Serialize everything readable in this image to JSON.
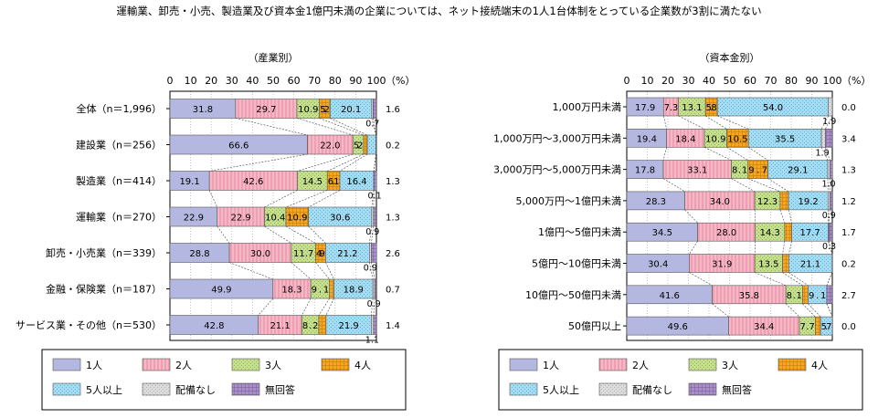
{
  "title": "運輸業、卸売・小売、製造業及び資本金1億円未満の企業については、ネット接続端末の1人1台体制をとっている企業数が3割に満たない",
  "colors": {
    "1人": "#b4b8e0",
    "2人": "#f6b8c6",
    "3人": "#c6df8e",
    "4人": "#f5a623",
    "5人以上": "#a6dcf2",
    "配備なし": "#dcdcdc",
    "無回答": "#a890c6"
  },
  "chart_data": [
    {
      "type": "bar",
      "stacked": true,
      "orientation": "horizontal",
      "subtitle": "（産業別）",
      "xlim": [
        0,
        100
      ],
      "x_ticks": [
        "0",
        "10",
        "20",
        "30",
        "40",
        "50",
        "60",
        "70",
        "80",
        "90",
        "100"
      ],
      "x_unit": "（%）",
      "categories": [
        "全体（n＝1,996）",
        "建設業（n＝256）",
        "製造業（n＝414）",
        "運輸業（n＝270）",
        "卸売・小売業（n＝339）",
        "金融・保険業（n＝187）",
        "サービス業・その他（n＝530）"
      ],
      "series": [
        {
          "name": "1人",
          "values": [
            31.8,
            66.6,
            19.1,
            22.9,
            28.8,
            49.9,
            42.8
          ]
        },
        {
          "name": "2人",
          "values": [
            29.7,
            22.0,
            42.6,
            22.9,
            30.0,
            18.3,
            21.1
          ]
        },
        {
          "name": "3人",
          "values": [
            10.9,
            5.2,
            14.5,
            10.4,
            11.7,
            9.1,
            8.2
          ]
        },
        {
          "name": "4人",
          "values": [
            5.2,
            1.8,
            6.1,
            10.9,
            4.9,
            2.1,
            3.5
          ]
        },
        {
          "name": "5人以上",
          "values": [
            20.1,
            4.2,
            16.4,
            30.6,
            21.2,
            18.9,
            21.9
          ]
        },
        {
          "name": "配備なし",
          "values": [
            0.7,
            0.0,
            0.1,
            0.9,
            0.9,
            0.9,
            1.1
          ]
        },
        {
          "name": "無回答",
          "values": [
            1.6,
            0.2,
            1.3,
            1.3,
            2.6,
            0.7,
            1.4
          ]
        }
      ],
      "legend": [
        "1人",
        "2人",
        "3人",
        "4人",
        "5人以上",
        "配備なし",
        "無回答"
      ],
      "legend_position": "bottom"
    },
    {
      "type": "bar",
      "stacked": true,
      "orientation": "horizontal",
      "subtitle": "（資本金別）",
      "xlim": [
        0,
        100
      ],
      "x_ticks": [
        "0",
        "10",
        "20",
        "30",
        "40",
        "50",
        "60",
        "70",
        "80",
        "90",
        "100"
      ],
      "x_unit": "（%）",
      "categories": [
        "1,000万円未満",
        "1,000万円～3,000万円未満",
        "3,000万円～5,000万円未満",
        "5,000万円～1億円未満",
        "1億円～5億円未満",
        "5億円～10億円未満",
        "10億円～50億円未満",
        "50億円以上"
      ],
      "series": [
        {
          "name": "1人",
          "values": [
            17.9,
            19.4,
            17.8,
            28.3,
            34.5,
            30.4,
            41.6,
            49.6
          ]
        },
        {
          "name": "2人",
          "values": [
            7.3,
            18.4,
            33.1,
            34.0,
            28.0,
            31.9,
            35.8,
            34.4
          ]
        },
        {
          "name": "3人",
          "values": [
            13.1,
            10.9,
            8.1,
            12.3,
            14.3,
            13.5,
            8.1,
            7.7
          ]
        },
        {
          "name": "4人",
          "values": [
            5.8,
            10.5,
            9.7,
            4.1,
            3.5,
            3.0,
            2.7,
            2.6
          ]
        },
        {
          "name": "5人以上",
          "values": [
            54.0,
            35.5,
            29.1,
            19.2,
            17.7,
            21.1,
            9.1,
            5.7
          ]
        },
        {
          "name": "配備なし",
          "values": [
            1.9,
            1.9,
            1.0,
            0.9,
            0.3,
            0.0,
            0.0,
            0.0
          ]
        },
        {
          "name": "無回答",
          "values": [
            0.0,
            3.4,
            1.3,
            1.2,
            1.7,
            0.2,
            2.7,
            0.0
          ]
        }
      ],
      "legend": [
        "1人",
        "2人",
        "3人",
        "4人",
        "5人以上",
        "配備なし",
        "無回答"
      ],
      "legend_position": "bottom"
    }
  ]
}
